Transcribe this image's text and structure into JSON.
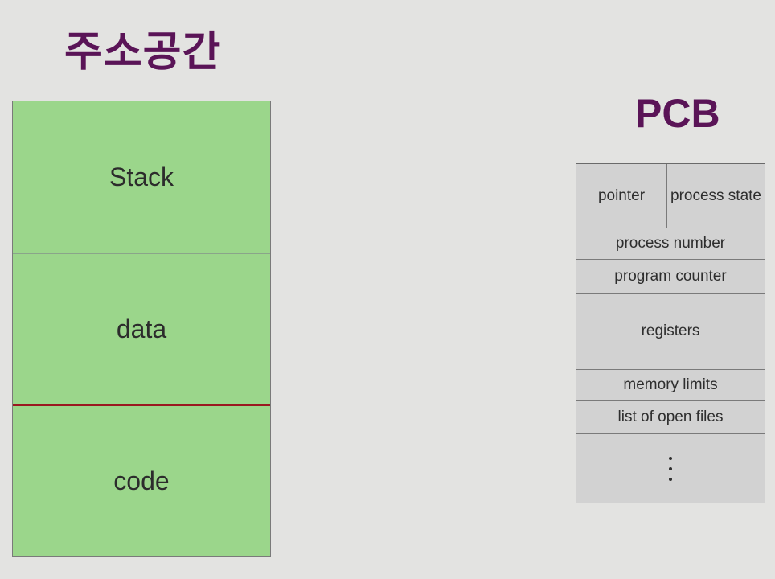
{
  "address_space": {
    "title": "주소공간",
    "segments": {
      "stack": "Stack",
      "data": "data",
      "code": "code"
    }
  },
  "pcb": {
    "title": "PCB",
    "fields": {
      "pointer": "pointer",
      "process_state": "process state",
      "process_number": "process number",
      "program_counter": "program counter",
      "registers": "registers",
      "memory_limits": "memory limits",
      "open_files": "list of open files"
    }
  },
  "colors": {
    "title": "#5a1457",
    "segment_fill": "#9bd68b",
    "divider_red": "#9a1820",
    "pcb_fill": "#d2d2d2",
    "background": "#e3e3e1"
  }
}
